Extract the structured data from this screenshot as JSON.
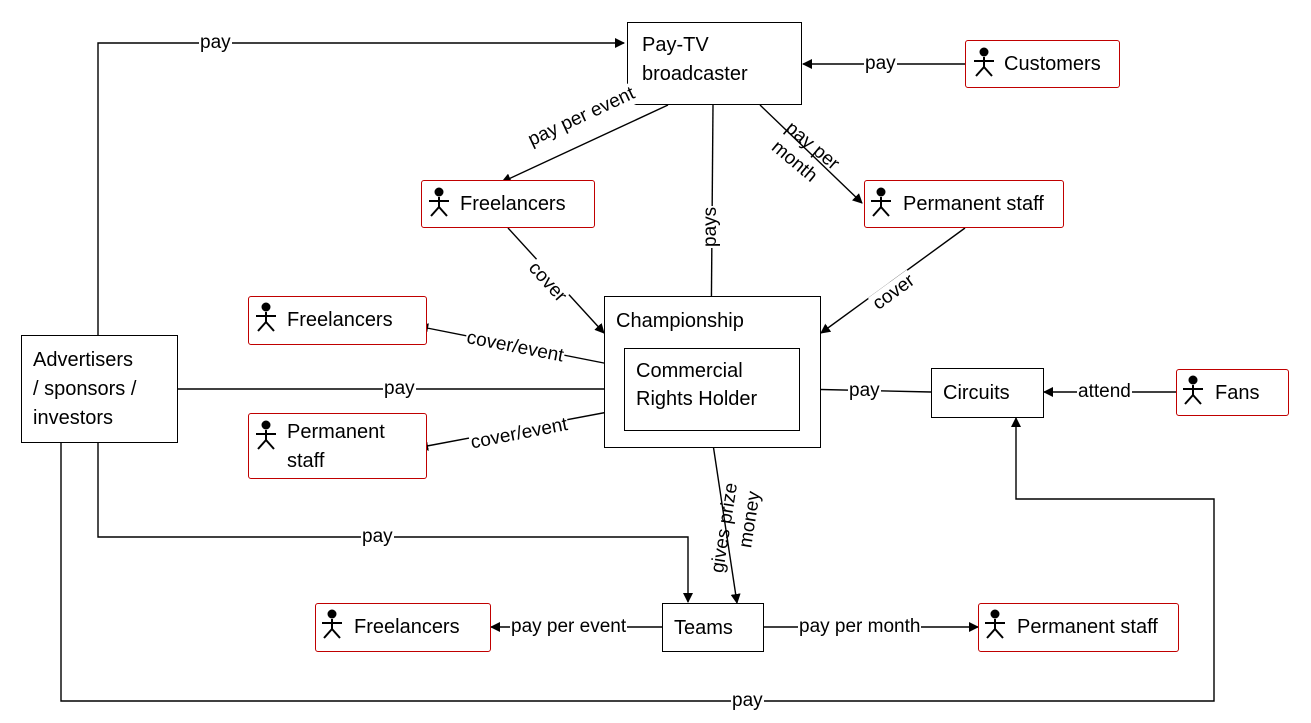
{
  "nodes": {
    "paytv": "Pay-TV broadcaster",
    "paytv_l1": "Pay-TV",
    "paytv_l2": "broadcaster",
    "championship": "Championship",
    "crh_l1": "Commercial",
    "crh_l2": "Rights Holder",
    "advertisers_l1": "Advertisers",
    "advertisers_l2": "/ sponsors /",
    "advertisers_l3": "investors",
    "circuits": "Circuits",
    "teams": "Teams"
  },
  "actors": {
    "customers": "Customers",
    "freelancers_tv": "Freelancers",
    "permanent_tv": "Permanent staff",
    "freelancers_crh": "Freelancers",
    "permanent_crh_l1": "Permanent",
    "permanent_crh_l2": "staff",
    "fans": "Fans",
    "freelancers_teams": "Freelancers",
    "permanent_teams": "Permanent staff"
  },
  "edges": {
    "adv_paytv": "pay",
    "customers_paytv": "pay",
    "paytv_freelancers": "pay per event",
    "paytv_crh": "pays",
    "paytv_permanent_l1": "pay per",
    "paytv_permanent_l2": "month",
    "freelancers_cover": "cover",
    "permanent_cover": "cover",
    "crh_freelancers": "cover/event",
    "crh_permanent": "cover/event",
    "adv_crh": "pay",
    "circuits_crh": "pay",
    "fans_circuits": "attend",
    "crh_teams_l1": "gives prize",
    "crh_teams_l2": "money",
    "adv_teams": "pay",
    "teams_freelancers": "pay per event",
    "teams_permanent": "pay per month",
    "adv_circuits": "pay"
  },
  "colors": {
    "actor_border": "#c00000",
    "line": "#000000"
  },
  "icons": {
    "actor": "stick-figure-icon"
  }
}
